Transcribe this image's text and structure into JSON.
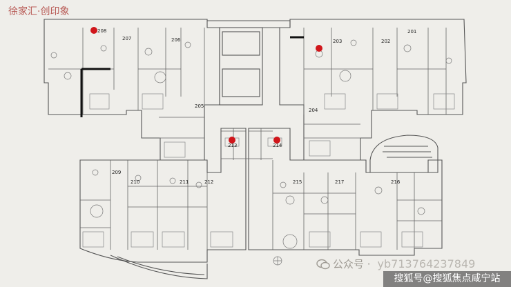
{
  "brand": {
    "label": "徐家汇·创印象",
    "color": "#b85a55"
  },
  "rooms": {
    "r201": "201",
    "r202": "202",
    "r203": "203",
    "r204": "204",
    "r205": "205",
    "r206": "206",
    "r207": "207",
    "r208": "208",
    "r209": "209",
    "r210": "210",
    "r211": "211",
    "r212": "212",
    "r213": "213",
    "r214": "214",
    "r215": "215",
    "r216": "216",
    "r217": "217"
  },
  "marker_color": "#d0161b",
  "watermark": {
    "icon": "wechat-icon",
    "label": "公众号 ·",
    "phone": "yb713764237849"
  },
  "footer": {
    "label": "搜狐号@搜狐焦点咸宁站"
  }
}
